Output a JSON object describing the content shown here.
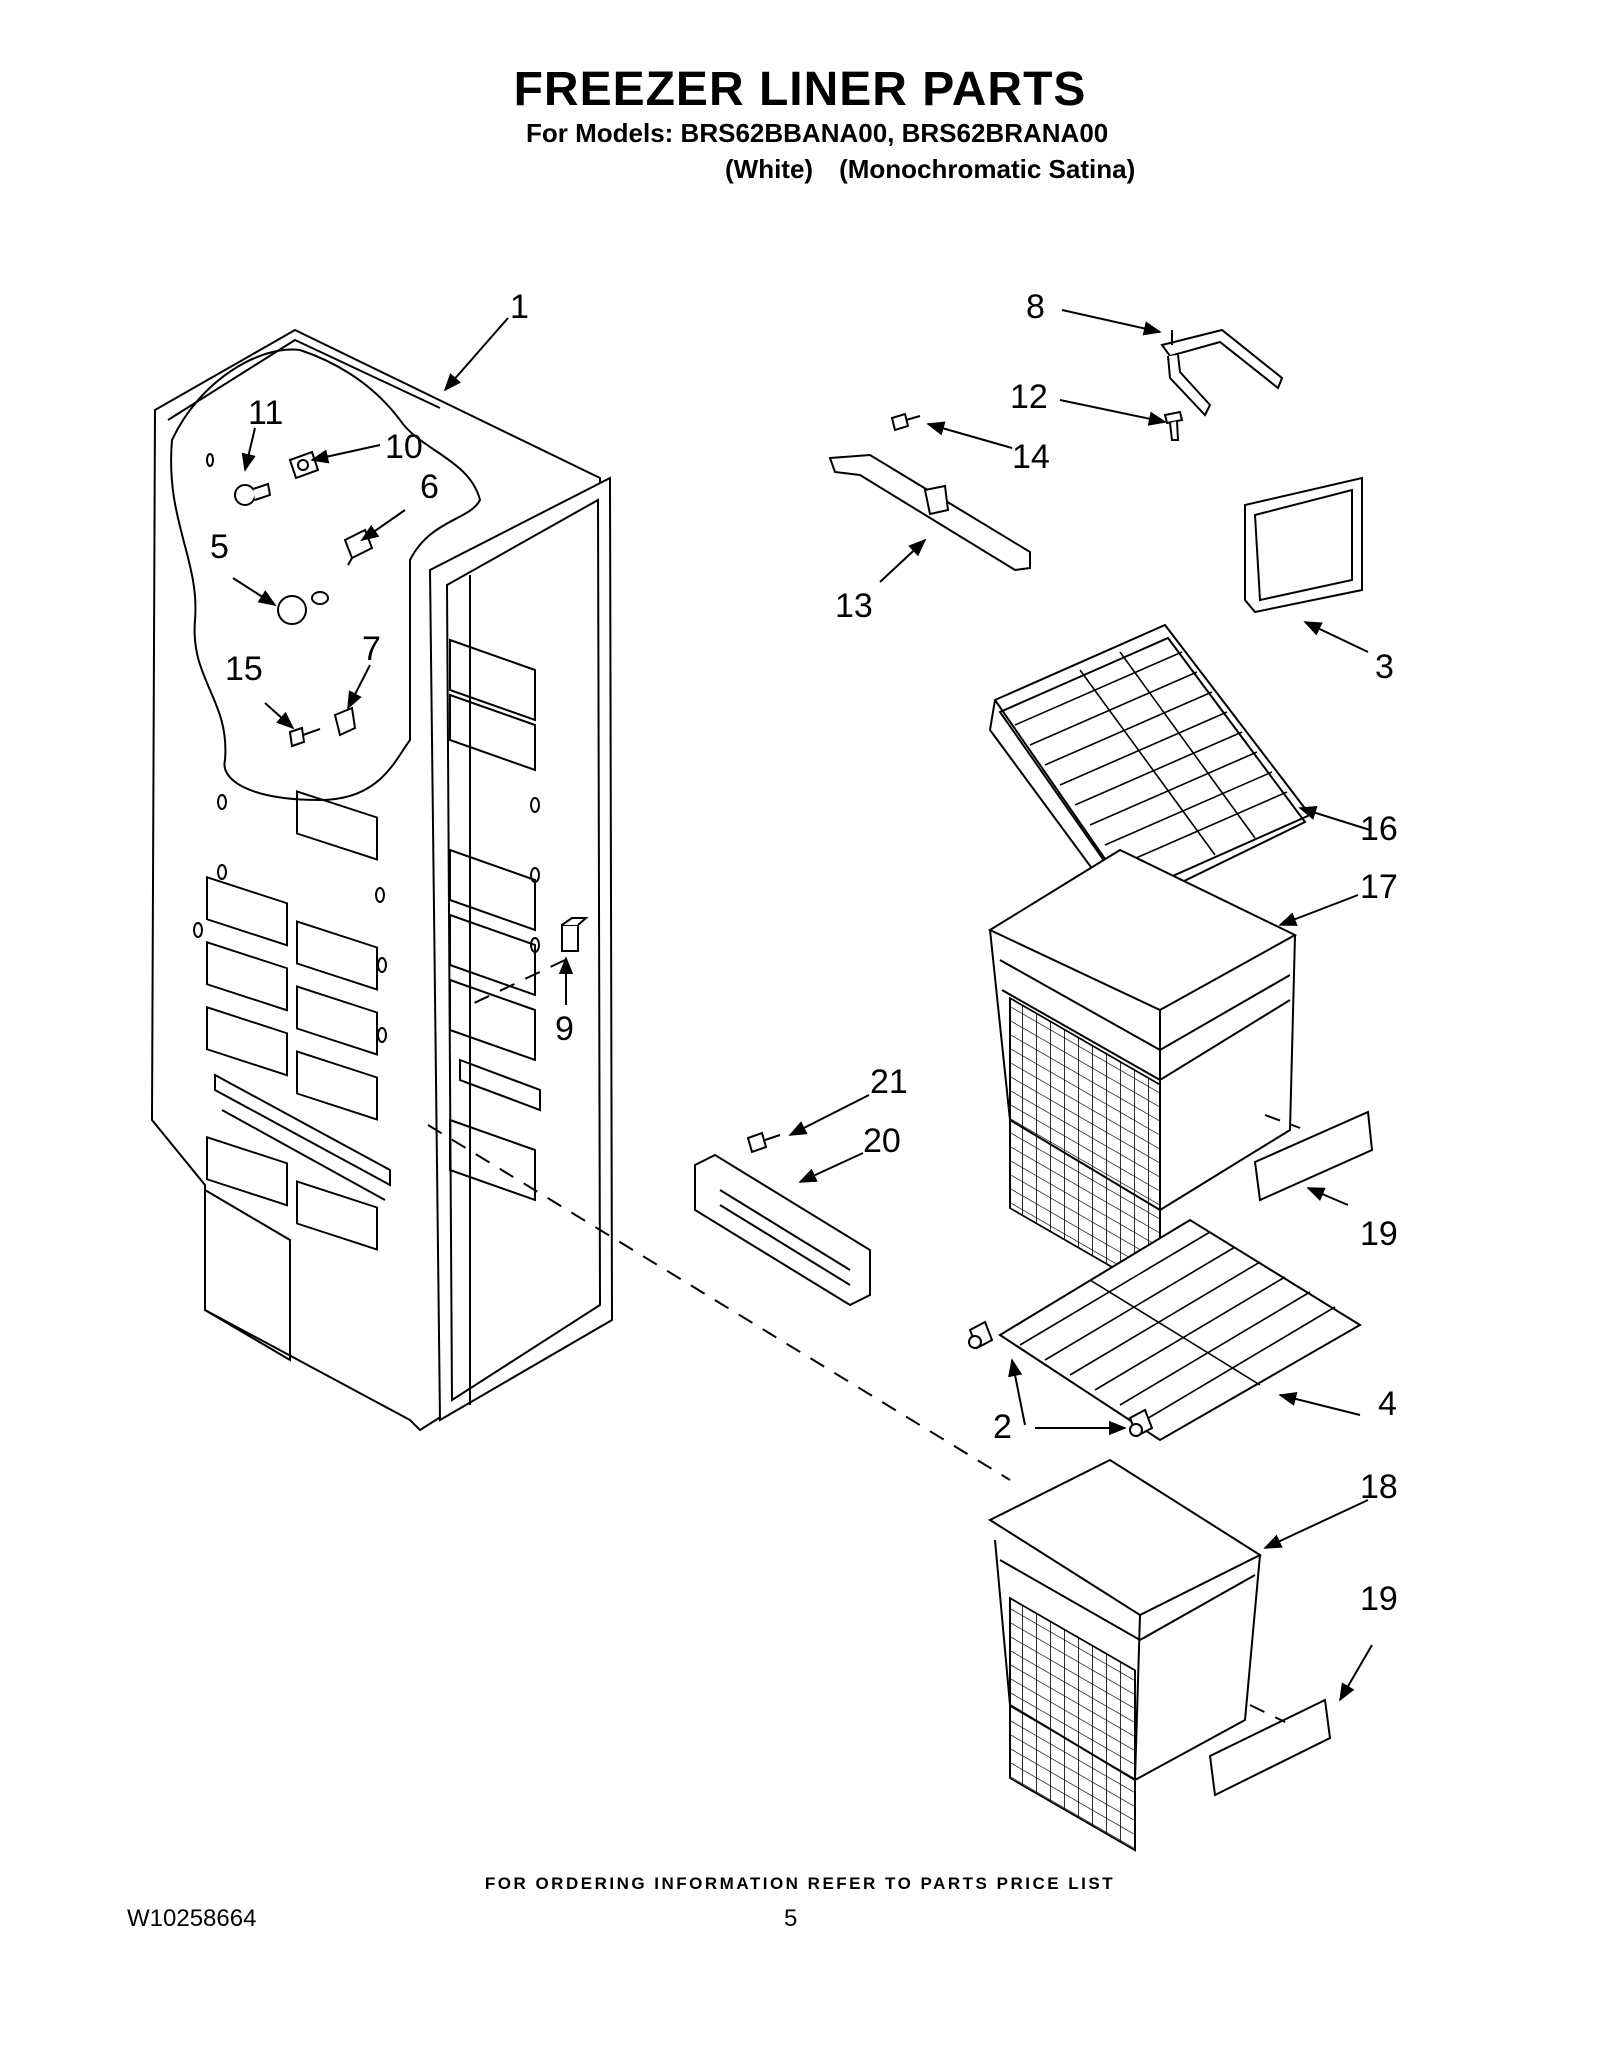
{
  "header": {
    "title": "FREEZER LINER PARTS",
    "models_line": "For Models: BRS62BBANA00, BRS62BRANA00",
    "variants": [
      "(White)",
      "(Monochromatic Satina)"
    ]
  },
  "callouts": {
    "c1": "1",
    "c2": "2",
    "c3": "3",
    "c4": "4",
    "c5": "5",
    "c6": "6",
    "c7": "7",
    "c8": "8",
    "c9": "9",
    "c10": "10",
    "c11": "11",
    "c12": "12",
    "c13": "13",
    "c14": "14",
    "c15": "15",
    "c16": "16",
    "c17": "17",
    "c18": "18",
    "c19a": "19",
    "c19b": "19",
    "c20": "20",
    "c21": "21"
  },
  "footer": {
    "note": "FOR ORDERING INFORMATION REFER TO PARTS PRICE LIST",
    "doc_number": "W10258664",
    "page": "5"
  }
}
